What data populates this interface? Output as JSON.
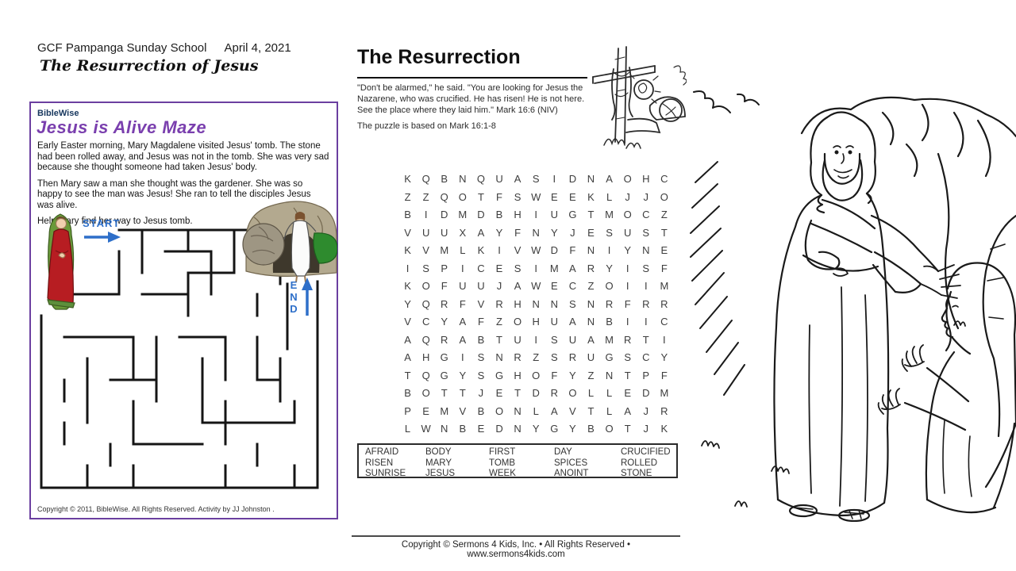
{
  "header": {
    "school": "GCF Pampanga Sunday School",
    "date": "April 4, 2021",
    "title": "The Resurrection of Jesus"
  },
  "maze_panel": {
    "brand": "BibleWise",
    "title": "Jesus is Alive Maze",
    "paragraphs": [
      "Early Easter morning, Mary Magdalene visited Jesus' tomb. The stone had been rolled away, and Jesus was not in the tomb. She was very sad because she thought someone had taken Jesus' body.",
      "Then Mary saw a man she thought was the gardener. She was so happy to see the man was Jesus! She ran to tell the disciples Jesus was alive.",
      "Help Mary find her way to Jesus tomb."
    ],
    "start_label": "START",
    "end_label": "END",
    "copyright": "Copyright © 2011, BibleWise. All Rights Reserved.  Activity by JJ Johnston .",
    "accent_color": "#6b3fa0",
    "label_color": "#2e6fc9"
  },
  "puzzle_panel": {
    "title": "The Resurrection",
    "verse": "\"Don't be alarmed,\" he said. \"You are looking for Jesus the Nazarene, who was crucified. He has risen! He is not here. See the place where they laid him.\" Mark 16:6 (NIV)",
    "basis": "The puzzle is based on Mark 16:1-8",
    "grid_rows": [
      "KQBNQUASIDNAOHC",
      "ZZQOTFSWEEKLJJO",
      "BIDMDBHIUGTMOCZ",
      "VUUXAYFNYJESUST",
      "KVMLKIVWDFNIYNE",
      "ISPICESIMARYISF",
      "KOFUUJAWECZOIIM",
      "YQRFVRHNNSNRFRR",
      "VCYAFZOHUANBIIC",
      "AQRABTUISUAMRTI",
      "AHGISNRZSRUGSCY",
      "TQGYSGHOFYZNTPF",
      "BOTTJETDROLLEDM",
      "PEMVBONLAVTLAJR",
      "LWNBEDNYGYBOTJK"
    ],
    "word_columns": [
      [
        "AFRAID",
        "RISEN",
        "SUNRISE"
      ],
      [
        "BODY",
        "MARY",
        "JESUS"
      ],
      [
        "FIRST",
        "TOMB",
        "WEEK"
      ],
      [
        "DAY",
        "SPICES",
        "ANOINT"
      ],
      [
        "CRUCIFIED",
        "ROLLED",
        "STONE"
      ]
    ],
    "copyright": "Copyright © Sermons 4 Kids, Inc. • All Rights Reserved • www.sermons4kids.com"
  }
}
